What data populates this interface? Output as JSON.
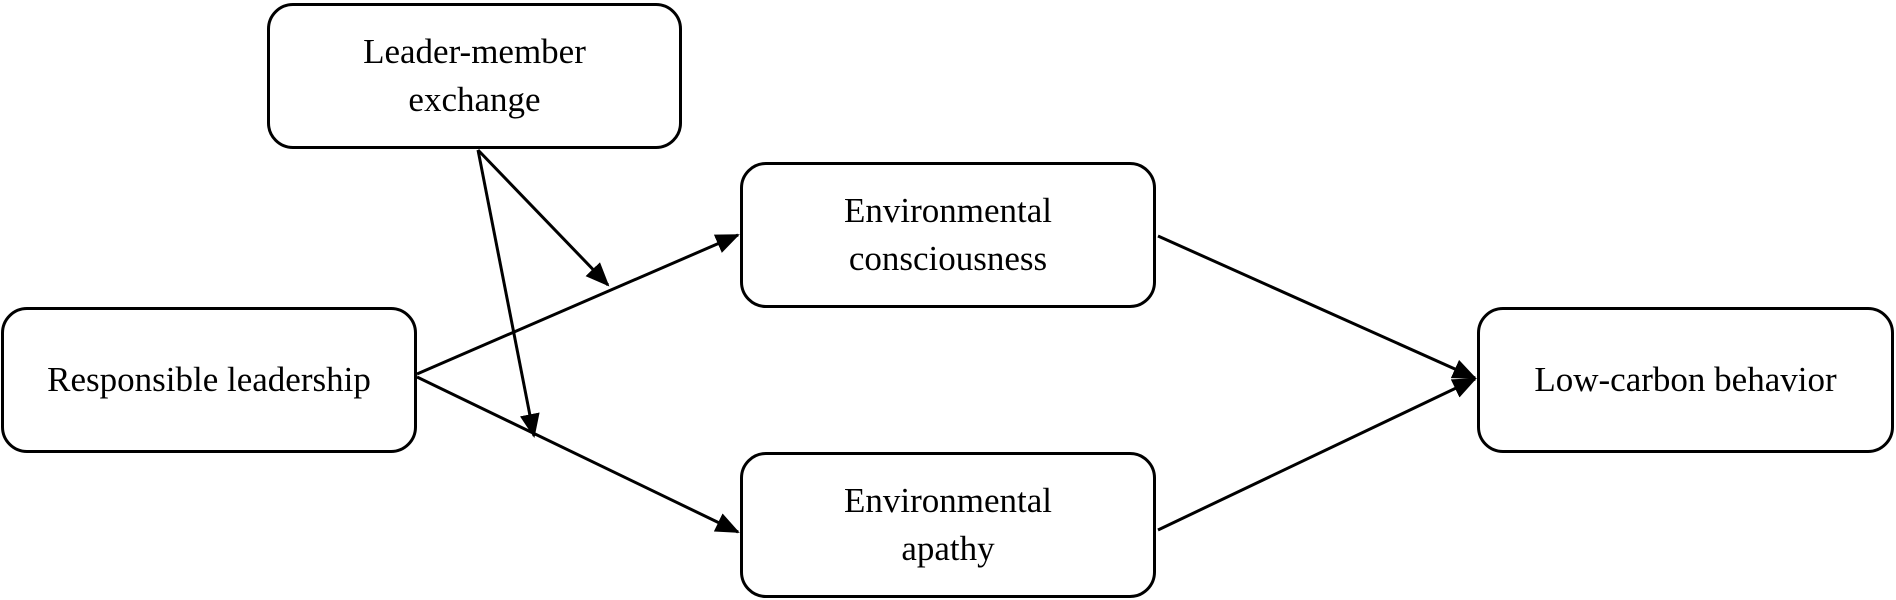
{
  "nodes": {
    "lmx": {
      "line1": "Leader-member",
      "line2": "exchange"
    },
    "rl": {
      "line1": "Responsible leadership"
    },
    "ec": {
      "line1": "Environmental",
      "line2": "consciousness"
    },
    "ea": {
      "line1": "Environmental",
      "line2": "apathy"
    },
    "lcb": {
      "line1": "Low-carbon behavior"
    }
  },
  "colors": {
    "stroke": "#000000",
    "background": "#ffffff"
  }
}
